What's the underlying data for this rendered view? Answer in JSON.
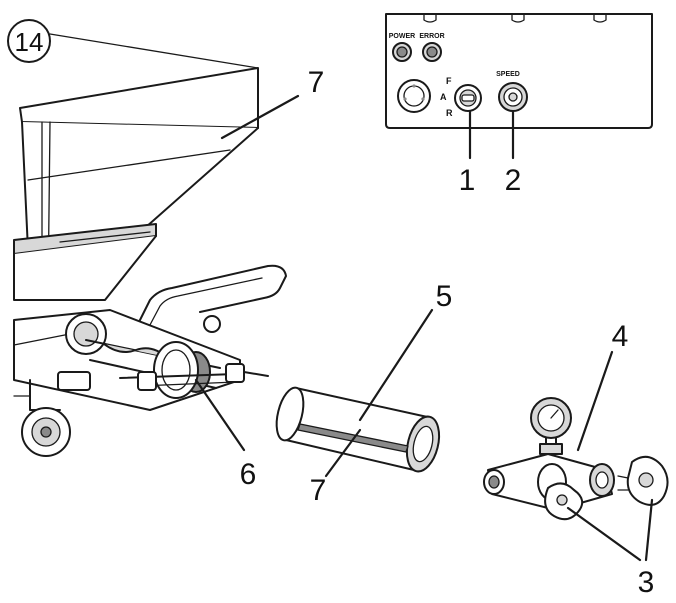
{
  "figure": {
    "step_number": "14",
    "control_panel": {
      "power_label": "POWER",
      "error_label": "ERROR",
      "speed_label": "SPEED",
      "direction_labels": [
        "F",
        "A",
        "R"
      ]
    },
    "callouts": {
      "switch": "1",
      "speed_knob": "2",
      "knobs": "3",
      "pump_head": "4",
      "stator": "5",
      "rotor": "6",
      "hopper": "7",
      "stator_lower": "7"
    }
  },
  "colors": {
    "line": "#1a1a1a",
    "shade_light": "#d8d8d8",
    "shade_dark": "#8a8a8a",
    "background": "#ffffff"
  }
}
